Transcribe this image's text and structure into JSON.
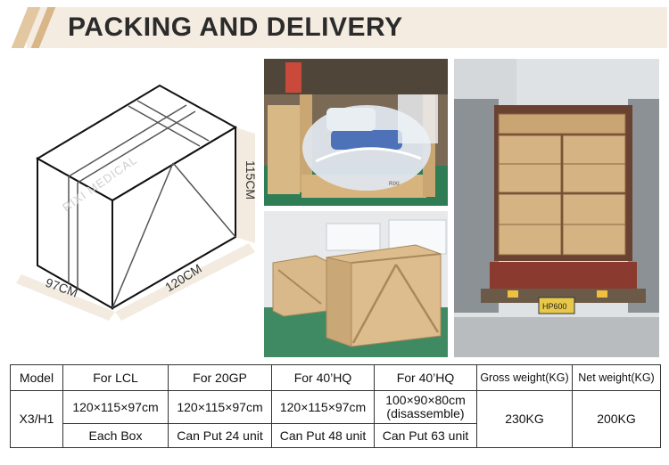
{
  "header": {
    "title": "PACKING AND DELIVERY"
  },
  "box_diagram": {
    "height_label": "115CM",
    "length_label": "120CM",
    "width_label": "97CM"
  },
  "photos": {
    "packed_chair": {
      "crate_text": "RIXI"
    },
    "truck": {
      "plate": "HP600"
    }
  },
  "watermark_text": "RIXI MEDICAL",
  "table": {
    "headers": [
      "Model",
      "For LCL",
      "For 20GP",
      "For 40’HQ",
      "For 40’HQ",
      "Gross weight(KG)",
      "Net weight(KG)"
    ],
    "model": "X3/H1",
    "row1": [
      "120×115×97cm",
      "120×115×97cm",
      "120×115×97cm"
    ],
    "row1_last_line1": "100×90×80cm",
    "row1_last_line2": "(disassemble)",
    "gross_weight": "230KG",
    "net_weight": "200KG",
    "row2": [
      "Each Box",
      "Can Put 24 unit",
      "Can Put 48 unit",
      "Can Put 63 unit"
    ]
  },
  "colors": {
    "header_bg": "#f4ece0",
    "accent": "#d9b688",
    "wood": "#d9b98a",
    "floor_green": "#3f8a63"
  }
}
